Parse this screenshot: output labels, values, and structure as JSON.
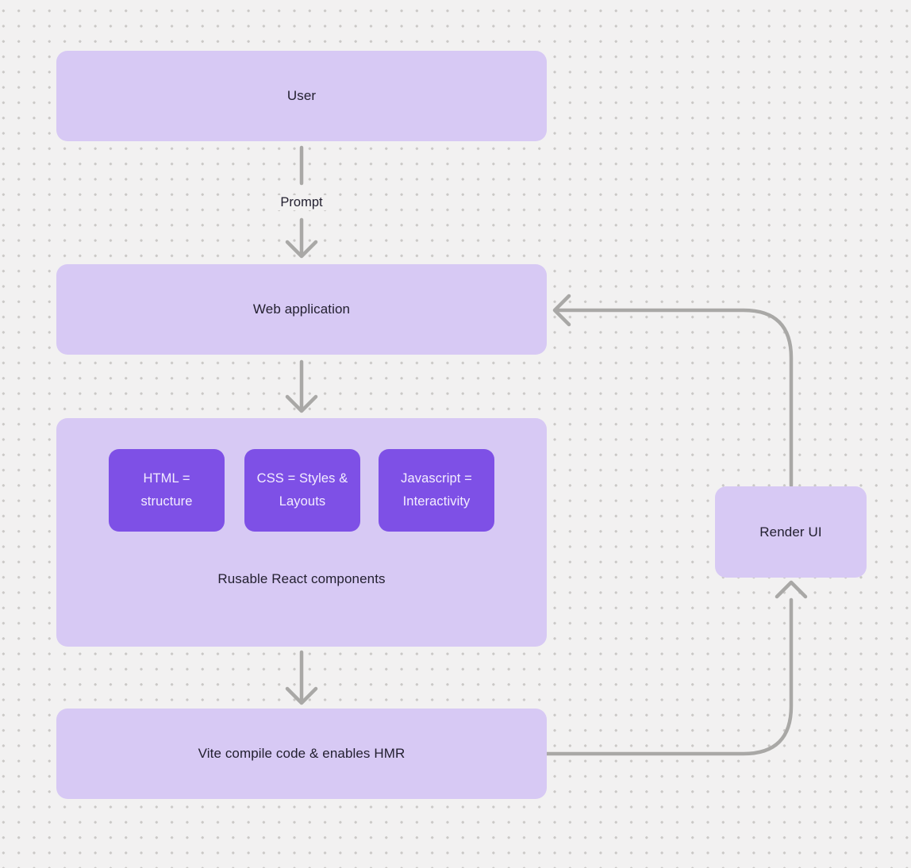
{
  "colors": {
    "canvas-bg": "#f2f1f1",
    "dot": "#cac8c6",
    "node-light": "#d7c9f4",
    "node-dark": "#7e50e6",
    "text-dark": "#232030",
    "text-light": "#f3edff",
    "connector": "#a9a8a6"
  },
  "nodes": {
    "user": {
      "label": "User"
    },
    "web_application": {
      "label": "Web application"
    },
    "components_group": {
      "label": "Rusable React components"
    },
    "html": {
      "label": "HTML = structure"
    },
    "css": {
      "label": "CSS = Styles & Layouts"
    },
    "javascript": {
      "label": "Javascript = Interactivity"
    },
    "vite": {
      "label": "Vite compile code & enables HMR"
    },
    "render_ui": {
      "label": "Render UI"
    }
  },
  "edges": {
    "prompt_label": "Prompt"
  }
}
